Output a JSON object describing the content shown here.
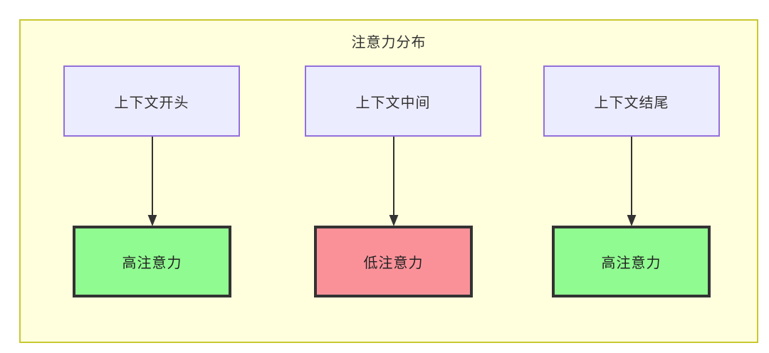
{
  "diagram": {
    "title": "注意力分布",
    "container_fill": "#FFFFDD",
    "container_border": "#C8C832",
    "columns": [
      {
        "source": {
          "label": "上下文开头",
          "fill": "#ECECFF",
          "border": "#9370DB"
        },
        "target": {
          "label": "高注意力",
          "fill": "#90FB90",
          "border": "#333333",
          "state": "high"
        },
        "edge": {
          "style": "arrow",
          "color": "#333333"
        }
      },
      {
        "source": {
          "label": "上下文中间",
          "fill": "#ECECFF",
          "border": "#9370DB"
        },
        "target": {
          "label": "低注意力",
          "fill": "#FA9199",
          "border": "#333333",
          "state": "low"
        },
        "edge": {
          "style": "arrow",
          "color": "#333333"
        }
      },
      {
        "source": {
          "label": "上下文结尾",
          "fill": "#ECECFF",
          "border": "#9370DB"
        },
        "target": {
          "label": "高注意力",
          "fill": "#90FB90",
          "border": "#333333",
          "state": "high"
        },
        "edge": {
          "style": "arrow",
          "color": "#333333"
        }
      }
    ]
  }
}
